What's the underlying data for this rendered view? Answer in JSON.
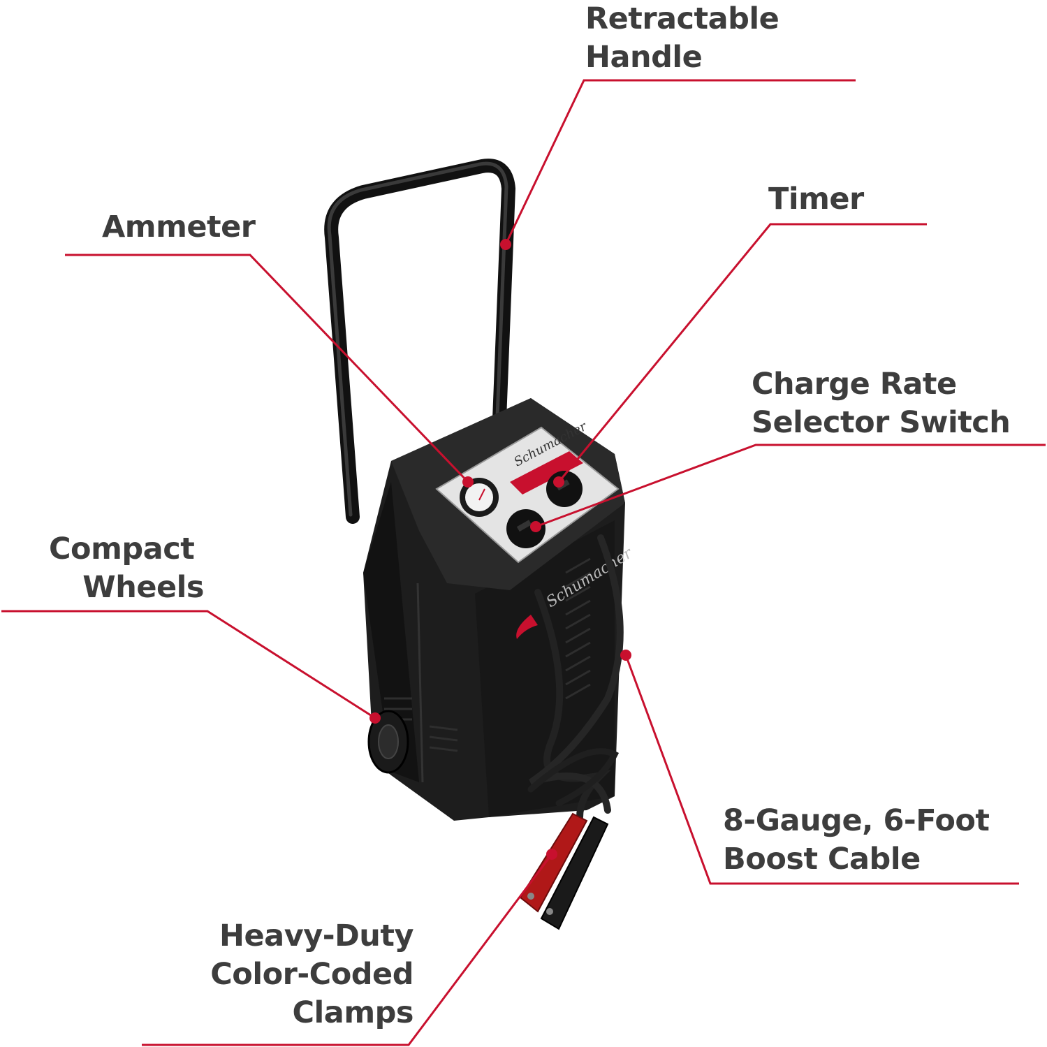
{
  "colors": {
    "leader": "#c8102e",
    "label_text": "#3d3d3d",
    "product_body": "#1b1b1b",
    "panel": "#e6e6e6",
    "clamp_red": "#b01818"
  },
  "product": {
    "brand_mark": "Schumacher"
  },
  "callouts": [
    {
      "id": "retractable-handle",
      "lines": [
        "Retractable",
        "Handle"
      ]
    },
    {
      "id": "ammeter",
      "lines": [
        "Ammeter"
      ]
    },
    {
      "id": "timer",
      "lines": [
        "Timer"
      ]
    },
    {
      "id": "charge-rate",
      "lines": [
        "Charge Rate",
        "Selector Switch"
      ]
    },
    {
      "id": "compact-wheels",
      "lines": [
        "Compact",
        "Wheels"
      ]
    },
    {
      "id": "boost-cable",
      "lines": [
        "8-Gauge, 6-Foot",
        "Boost Cable"
      ]
    },
    {
      "id": "clamps",
      "lines": [
        "Heavy-Duty",
        "Color-Coded",
        "Clamps"
      ]
    }
  ]
}
